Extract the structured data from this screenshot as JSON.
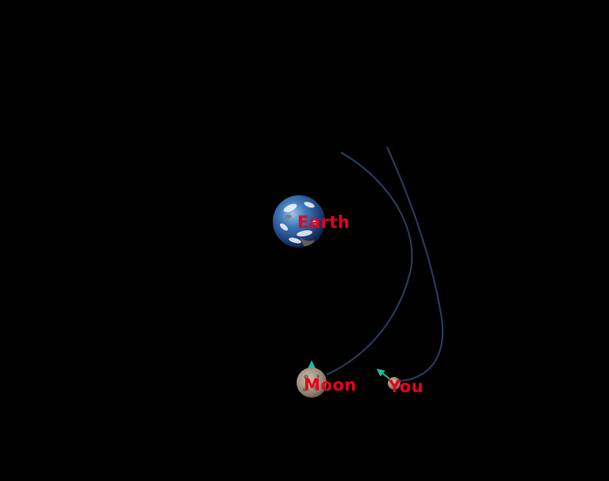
{
  "scene": {
    "background_color": "#000000",
    "label_color": "#e8001c",
    "trajectory_color": "#2a3d5c",
    "velocity_arrow_color": "#22b89a"
  },
  "earth": {
    "label": "Earth",
    "icon": "earth-globe-icon"
  },
  "moon": {
    "label": "Moon",
    "icon": "moon-icon"
  },
  "spacecraft": {
    "label": "You",
    "icon": "spacecraft-icon"
  }
}
